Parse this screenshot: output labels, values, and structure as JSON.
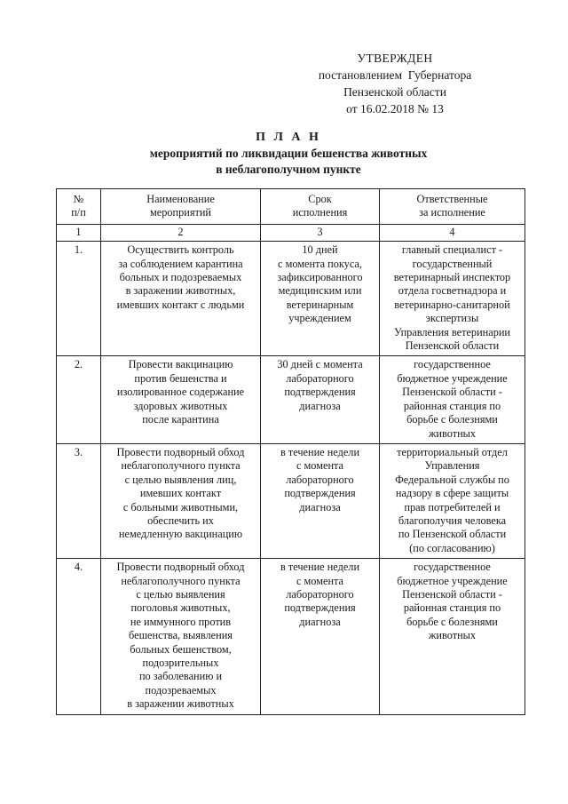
{
  "approval": {
    "lines": [
      "УТВЕРЖДЕН",
      "постановлением  Губернатора",
      "Пензенской области",
      "от 16.02.2018 № 13"
    ]
  },
  "title": {
    "plan_word": "П Л А Н",
    "subtitle_line_1": "мероприятий по ликвидации бешенства животных",
    "subtitle_line_2": "в неблагополучном пункте"
  },
  "table": {
    "headers": [
      {
        "line_1": "№",
        "line_2": "п/п"
      },
      {
        "line_1": "Наименование",
        "line_2": "мероприятий"
      },
      {
        "line_1": "Срок",
        "line_2": "исполнения"
      },
      {
        "line_1": "Ответственные",
        "line_2": "за исполнение"
      }
    ],
    "number_row": [
      "1",
      "2",
      "3",
      "4"
    ],
    "rows": [
      {
        "num": "1.",
        "measure": [
          "Осуществить контроль",
          "за соблюдением карантина",
          "больных и подозреваемых",
          "в заражении животных,",
          "имевших контакт с людьми"
        ],
        "term": [
          "10 дней",
          "с момента покуса,",
          "зафиксированного",
          "медицинским или",
          "ветеринарным",
          "учреждением"
        ],
        "responsible": [
          "главный специалист -",
          "государственный",
          "ветеринарный инспектор",
          "отдела госветнадзора и",
          "ветеринарно-санитарной",
          "экспертизы",
          "Управления ветеринарии",
          "Пензенской области"
        ]
      },
      {
        "num": "2.",
        "measure": [
          "Провести вакцинацию",
          "против бешенства и",
          "изолированное содержание",
          "здоровых животных",
          "после карантина"
        ],
        "term": [
          "30 дней с момента",
          "лабораторного",
          "подтверждения",
          "диагноза"
        ],
        "responsible": [
          "государственное",
          "бюджетное учреждение",
          "Пензенской области -",
          "районная станция по",
          "борьбе с болезнями",
          "животных"
        ]
      },
      {
        "num": "3.",
        "measure": [
          "Провести подворный обход",
          "неблагополучного пункта",
          "с целью выявления лиц,",
          "имевших контакт",
          "с больными животными,",
          "обеспечить их",
          "немедленную вакцинацию"
        ],
        "term": [
          "в течение недели",
          "с момента",
          "лабораторного",
          "подтверждения",
          "диагноза"
        ],
        "responsible": [
          "территориальный отдел",
          "Управления",
          "Федеральной службы по",
          "надзору в сфере защиты",
          "прав потребителей и",
          "благополучия человека",
          "по Пензенской области",
          "(по согласованию)"
        ]
      },
      {
        "num": "4.",
        "measure": [
          "Провести подворный обход",
          "неблагополучного пункта",
          "с целью выявления",
          "поголовья животных,",
          "не иммунного против",
          "бешенства, выявления",
          "больных бешенством,",
          "подозрительных",
          "по заболеванию и",
          "подозреваемых",
          "в заражении животных"
        ],
        "term": [
          "в течение недели",
          "с момента",
          "лабораторного",
          "подтверждения",
          "диагноза"
        ],
        "responsible": [
          "государственное",
          "бюджетное учреждение",
          "Пензенской области -",
          "районная станция по",
          "борьбе с болезнями",
          "животных"
        ]
      }
    ]
  }
}
